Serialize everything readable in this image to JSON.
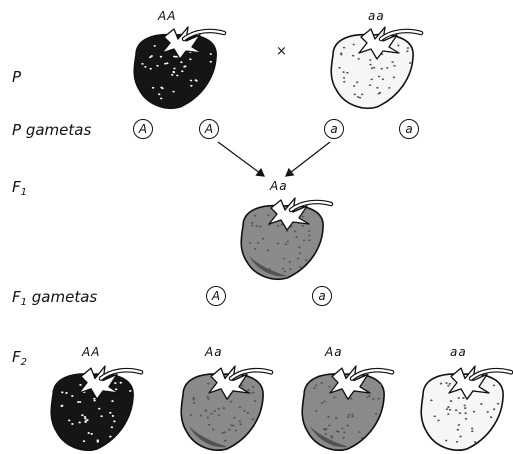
{
  "rows": {
    "p": "P",
    "p_gametes": "P gametas",
    "f1": "F",
    "f1_sub": "1",
    "f1_gametes_main": "F",
    "f1_gametes_sub": "1",
    "f1_gametes_tail": " gametas",
    "f2": "F",
    "f2_sub": "2"
  },
  "cross_symbol": "×",
  "genotypes": {
    "p_left": "AA",
    "p_right": "aa",
    "f1": "Aa",
    "f2": [
      "AA",
      "Aa",
      "Aa",
      "aa"
    ]
  },
  "gametes": {
    "p": [
      "A",
      "A",
      "a",
      "a"
    ],
    "f1": [
      "A",
      "a"
    ]
  },
  "colors": {
    "dominant_fruit": "#151515",
    "hetero_fruit": "#8a8a8a",
    "recessive_fruit": "#f6f6f6",
    "outline": "#111111",
    "seed_on_dark": "#ffffff",
    "seed_on_light": "#555555"
  }
}
